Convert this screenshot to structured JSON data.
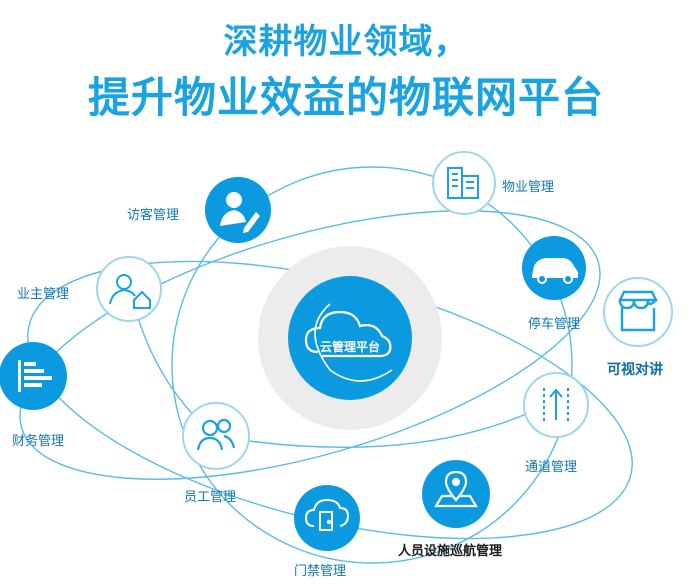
{
  "title_line1": "深耕物业领域，",
  "title_line2": "提升物业效益的物联网平台",
  "center": "云管理平台",
  "nodes": {
    "property": "物业管理",
    "visitor": "访客管理",
    "owner": "业主管理",
    "parking": "停车管理",
    "intercom": "可视对讲",
    "finance": "财务管理",
    "channel": "通道管理",
    "staff": "员工管理",
    "patrol": "人员设施巡航管理",
    "access": "门禁管理"
  },
  "colors": {
    "primary": "#1aa3e0",
    "node_fill": "#0b9ae0",
    "ring": "#e6e6e6",
    "outline": "#9fd6ef"
  }
}
